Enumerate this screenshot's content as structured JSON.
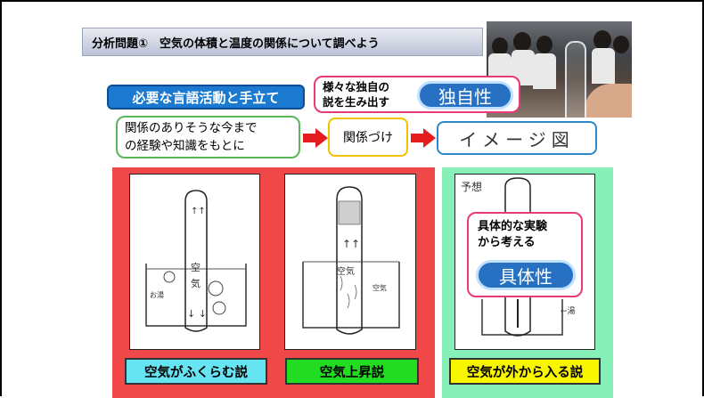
{
  "slide": {
    "title": "分析問題①　空気の体積と温度の関係について調べよう",
    "needed_label": "必要な言語活動と手立て",
    "unique_box": {
      "line1": "様々な独自の",
      "line2": "説を生み出す",
      "pill": "独自性"
    },
    "flow": {
      "step1_line1": "関係のありそうな今まで",
      "step1_line2": "の経験や知識をもとに",
      "step2": "関係づけ",
      "step3": "イメージ図"
    },
    "concrete_box": {
      "line1": "具体的な実験",
      "line2": "から考える",
      "pill": "具体性"
    },
    "panels": [
      {
        "caption": "空気がふくらむ説",
        "color": "#f04848",
        "caption_bg": "#66e4f2",
        "sketch_text": {
          "top": "↑↑",
          "middle": "空",
          "middle2": "気",
          "bottom": "↓  ↓",
          "side": "お湯"
        }
      },
      {
        "caption": "空気上昇説",
        "color": "#f04848",
        "caption_bg": "#22dc22",
        "sketch_text": {
          "middle": "空気",
          "side": "空気"
        }
      },
      {
        "caption": "空気が外から入る説",
        "color": "#86f0b8",
        "caption_bg": "#f8f500",
        "sketch_text": {
          "top": "予想",
          "side": "←湯"
        }
      }
    ]
  }
}
